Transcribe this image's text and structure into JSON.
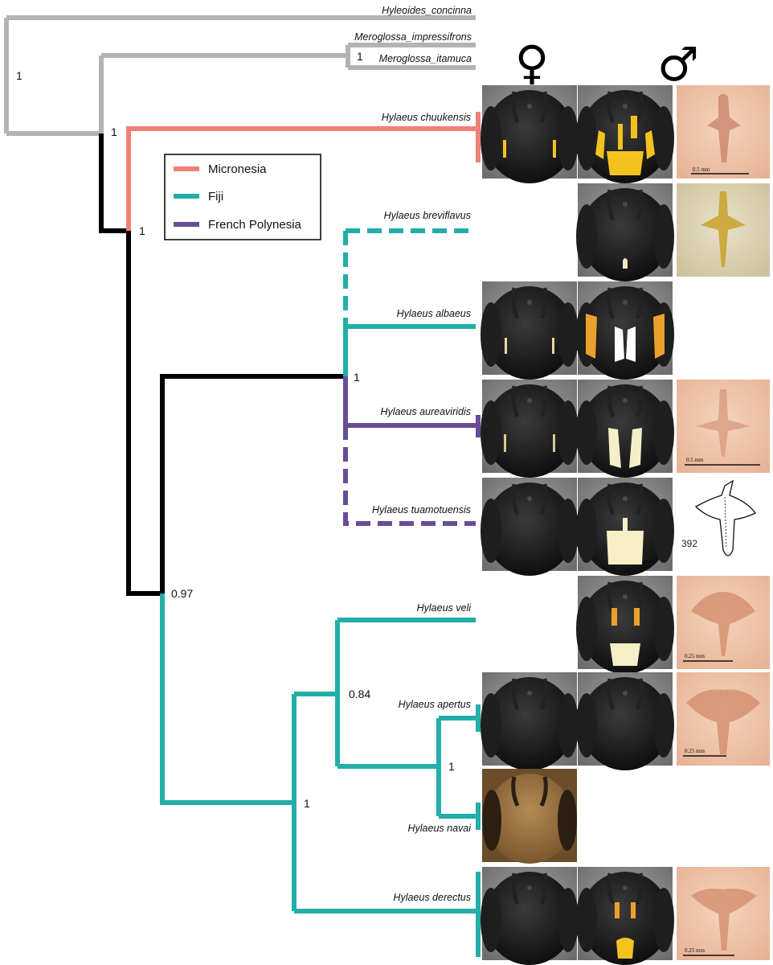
{
  "figure": {
    "colors": {
      "outgroup": "#b3b3b3",
      "micronesia": "#ef8078",
      "fiji": "#23aea7",
      "french_polynesia": "#674d99",
      "backbone": "#000000"
    },
    "legend": [
      {
        "label": "Micronesia",
        "color": "#ef8078"
      },
      {
        "label": "Fiji",
        "color": "#23aea7"
      },
      {
        "label": "French Polynesia",
        "color": "#674d99"
      }
    ],
    "column_symbols": {
      "female": "♀",
      "male": "♂"
    },
    "taxa": [
      "Hyleoides_concinna",
      "Meroglossa_impressifrons",
      "Meroglossa_itamuca",
      "Hylaeus chuukensis",
      "Hylaeus breviflavus",
      "Hylaeus albaeus",
      "Hylaeus aureaviridis",
      "Hylaeus tuamotuensis",
      "Hylaeus veli",
      "Hylaeus apertus",
      "Hylaeus navai",
      "Hylaeus derectus"
    ],
    "support_values": [
      "1",
      "1",
      "1",
      "1",
      "1",
      "0.97",
      "0.84",
      "1",
      "1"
    ],
    "specimen_images": {
      "female_head": "female head photograph",
      "male_head": "male head photograph",
      "genitalia": "male genitalia photograph"
    },
    "scale_bars": [
      "0.5 mm",
      "0.5 mm",
      "0.25 mm",
      "0.25 mm",
      "0.25 mm"
    ],
    "drawing_number": "392"
  }
}
